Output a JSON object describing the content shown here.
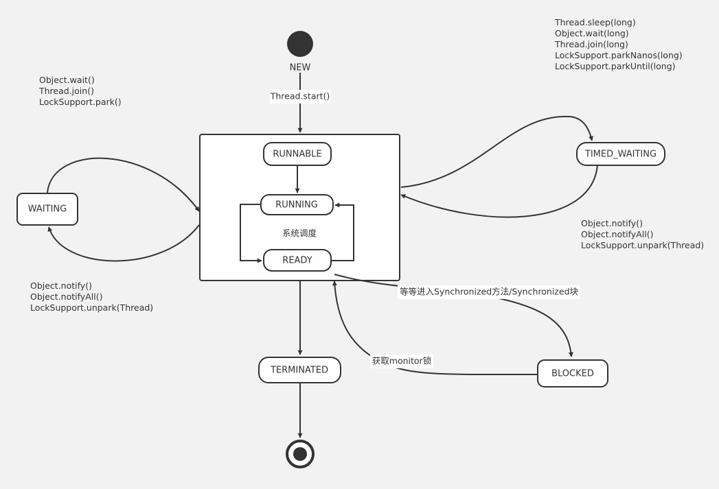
{
  "states": {
    "new": "NEW",
    "runnable": "RUNNABLE",
    "running": "RUNNING",
    "ready": "READY",
    "waiting": "WAITING",
    "timed_waiting": "TIMED_WAITING",
    "blocked": "BLOCKED",
    "terminated": "TERMINATED"
  },
  "transitions": {
    "start": "Thread.start()",
    "schedule": "系统调度",
    "enter_sync": "等等进入Synchronized方法/Synchronized块",
    "acquire_monitor": "获取monitor锁"
  },
  "notes": {
    "to_waiting": [
      "Object.wait()",
      "Thread.join()",
      "LockSupport.park()"
    ],
    "from_waiting": [
      "Object.notify()",
      "Object.notifyAll()",
      "LockSupport.unpark(Thread)"
    ],
    "to_timed_waiting": [
      "Thread.sleep(long)",
      "Object.wait(long)",
      "Thread.join(long)",
      "LockSupport.parkNanos(long)",
      "LockSupport.parkUntil(long)"
    ],
    "from_timed_waiting": [
      "Object.notify()",
      "Object.notifyAll()",
      "LockSupport.unpark(Thread)"
    ]
  },
  "colors": {
    "stroke": "#333333",
    "background": "#f2f2f2",
    "box_fill": "#ffffff"
  }
}
